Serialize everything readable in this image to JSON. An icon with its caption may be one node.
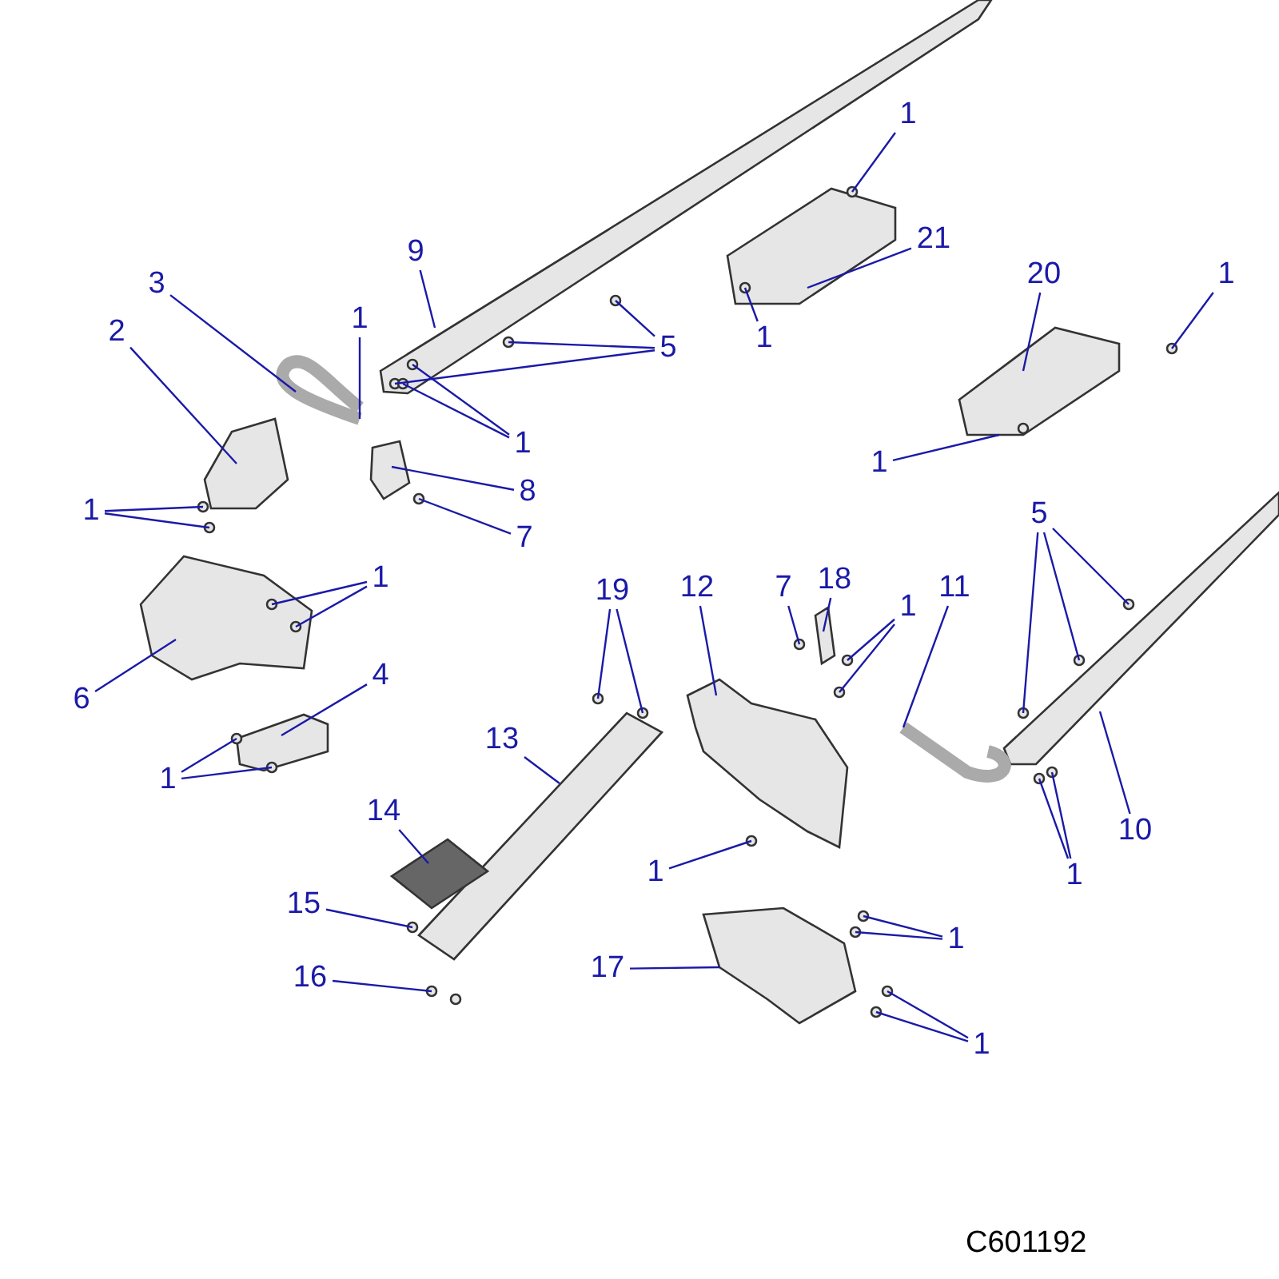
{
  "diagram": {
    "nodes": [
      {
        "text": [
          "1"
        ]
      },
      {
        "text": [
          "9"
        ]
      },
      {
        "text": [
          "21"
        ]
      },
      {
        "text": [
          "20"
        ]
      },
      {
        "text": [
          "1"
        ]
      },
      {
        "text": [
          "3"
        ]
      },
      {
        "text": [
          "2"
        ]
      },
      {
        "text": [
          "1"
        ]
      },
      {
        "text": [
          "1"
        ]
      },
      {
        "text": [
          "5"
        ]
      },
      {
        "text": [
          "1"
        ]
      },
      {
        "text": [
          "1"
        ]
      },
      {
        "text": [
          "8"
        ]
      },
      {
        "text": [
          "1"
        ]
      },
      {
        "text": [
          "5"
        ]
      },
      {
        "text": [
          "7"
        ]
      },
      {
        "text": [
          "1"
        ]
      },
      {
        "text": [
          "18"
        ]
      },
      {
        "text": [
          "12"
        ]
      },
      {
        "text": [
          "7"
        ]
      },
      {
        "text": [
          "11"
        ]
      },
      {
        "text": [
          "19"
        ]
      },
      {
        "text": [
          "1"
        ]
      },
      {
        "text": [
          "4"
        ]
      },
      {
        "text": [
          "6"
        ]
      },
      {
        "text": [
          "13"
        ]
      },
      {
        "text": [
          "1"
        ]
      },
      {
        "text": [
          "14"
        ]
      },
      {
        "text": [
          "10"
        ]
      },
      {
        "text": [
          "1"
        ]
      },
      {
        "text": [
          "1"
        ]
      },
      {
        "text": [
          "15"
        ]
      },
      {
        "text": [
          "1"
        ]
      },
      {
        "text": [
          "16"
        ]
      },
      {
        "text": [
          "17"
        ]
      },
      {
        "text": [
          "1"
        ]
      }
    ],
    "edges": [
      {
        "from": 0,
        "to": null,
        "arrow": "none"
      },
      {
        "from": 1,
        "to": null,
        "arrow": "none"
      },
      {
        "from": 2,
        "to": null,
        "arrow": "none"
      },
      {
        "from": 3,
        "to": null,
        "arrow": "none"
      },
      {
        "from": 4,
        "to": null,
        "arrow": "none"
      },
      {
        "from": 5,
        "to": null,
        "arrow": "none"
      },
      {
        "from": 6,
        "to": null,
        "arrow": "none"
      },
      {
        "from": 7,
        "to": null,
        "arrow": "none"
      },
      {
        "from": 8,
        "to": null,
        "arrow": "none"
      },
      {
        "from": 9,
        "to": null,
        "arrow": "none"
      },
      {
        "from": 9,
        "to": null,
        "arrow": "none"
      },
      {
        "from": 9,
        "to": null,
        "arrow": "none"
      },
      {
        "from": 10,
        "to": null,
        "arrow": "none"
      },
      {
        "from": 10,
        "to": null,
        "arrow": "none"
      },
      {
        "from": 11,
        "to": null,
        "arrow": "none"
      },
      {
        "from": 12,
        "to": null,
        "arrow": "none"
      },
      {
        "from": 13,
        "to": null,
        "arrow": "none"
      },
      {
        "from": 13,
        "to": null,
        "arrow": "none"
      },
      {
        "from": 14,
        "to": null,
        "arrow": "none"
      },
      {
        "from": 14,
        "to": null,
        "arrow": "none"
      },
      {
        "from": 14,
        "to": null,
        "arrow": "none"
      },
      {
        "from": 15,
        "to": null,
        "arrow": "none"
      },
      {
        "from": 16,
        "to": null,
        "arrow": "none"
      },
      {
        "from": 16,
        "to": null,
        "arrow": "none"
      },
      {
        "from": 17,
        "to": null,
        "arrow": "none"
      },
      {
        "from": 18,
        "to": null,
        "arrow": "none"
      },
      {
        "from": 19,
        "to": null,
        "arrow": "none"
      },
      {
        "from": 20,
        "to": null,
        "arrow": "none"
      },
      {
        "from": 21,
        "to": null,
        "arrow": "none"
      },
      {
        "from": 21,
        "to": null,
        "arrow": "none"
      },
      {
        "from": 22,
        "to": null,
        "arrow": "none"
      },
      {
        "from": 22,
        "to": null,
        "arrow": "none"
      },
      {
        "from": 23,
        "to": null,
        "arrow": "none"
      },
      {
        "from": 24,
        "to": null,
        "arrow": "none"
      },
      {
        "from": 25,
        "to": null,
        "arrow": "none"
      },
      {
        "from": 26,
        "to": null,
        "arrow": "none"
      },
      {
        "from": 26,
        "to": null,
        "arrow": "none"
      },
      {
        "from": 27,
        "to": null,
        "arrow": "none"
      },
      {
        "from": 28,
        "to": null,
        "arrow": "none"
      },
      {
        "from": 29,
        "to": null,
        "arrow": "none"
      },
      {
        "from": 30,
        "to": null,
        "arrow": "none"
      },
      {
        "from": 30,
        "to": null,
        "arrow": "none"
      },
      {
        "from": 31,
        "to": null,
        "arrow": "none"
      },
      {
        "from": 32,
        "to": null,
        "arrow": "none"
      },
      {
        "from": 32,
        "to": null,
        "arrow": "none"
      },
      {
        "from": 33,
        "to": null,
        "arrow": "none"
      },
      {
        "from": 34,
        "to": null,
        "arrow": "none"
      },
      {
        "from": 35,
        "to": null,
        "arrow": "none"
      },
      {
        "from": 35,
        "to": null,
        "arrow": "none"
      }
    ],
    "labels": [
      "C601192"
    ]
  }
}
